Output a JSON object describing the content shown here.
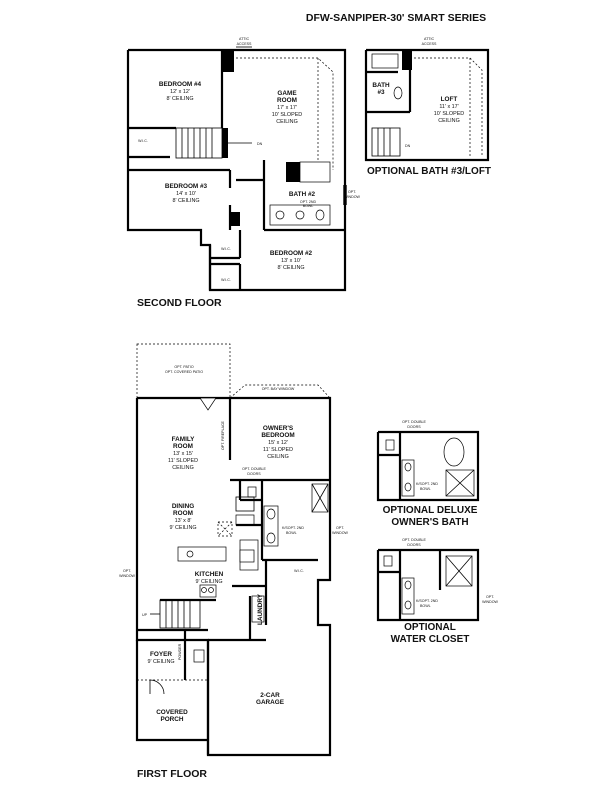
{
  "title": "DFW-SANPIPER-30' SMART SERIES",
  "sections": {
    "second_floor": "SECOND FLOOR",
    "first_floor": "FIRST FLOOR",
    "opt_bath3": "OPTIONAL BATH #3/LOFT",
    "opt_deluxe_1": "OPTIONAL DELUXE",
    "opt_deluxe_2": "OWNER'S BATH",
    "opt_wc_1": "OPTIONAL",
    "opt_wc_2": "WATER CLOSET"
  },
  "second": {
    "bedroom4": {
      "name": "BEDROOM #4",
      "size": "12' x 12'",
      "ceiling": "8' CEILING"
    },
    "game": {
      "name1": "GAME",
      "name2": "ROOM",
      "size": "17' x 17'",
      "ceil1": "10' SLOPED",
      "ceil2": "CEILING"
    },
    "bedroom3": {
      "name": "BEDROOM #3",
      "size": "14' x 10'",
      "ceiling": "8' CEILING"
    },
    "bath2": "BATH #2",
    "opt2bowl_1": "OPT. 2ND",
    "opt2bowl_2": "BOWL",
    "bedroom2": {
      "name": "BEDROOM #2",
      "size": "13' x 10'",
      "ceiling": "8' CEILING"
    },
    "wic": "W.I.C.",
    "dn": "DN",
    "attic1": "ATTIC",
    "attic2": "ACCESS",
    "optwin1": "OPT.",
    "optwin2": "WINDOW"
  },
  "loft": {
    "bath3_1": "BATH",
    "bath3_2": "#3",
    "name": "LOFT",
    "size": "11' x 17'",
    "ceil1": "10' SLOPED",
    "ceil2": "CEILING"
  },
  "first": {
    "patio1": "OPT. PATIO",
    "patio2": "OPT. COVERED PATIO",
    "bay": "OPT. BAY WINDOW",
    "family": {
      "name1": "FAMILY",
      "name2": "ROOM",
      "size": "13' x 15'",
      "ceil1": "11' SLOPED",
      "ceil2": "CEILING"
    },
    "fireplace": "OPT. FIREPLACE",
    "owners": {
      "name1": "OWNER'S",
      "name2": "BEDROOM",
      "size": "15' x 12'",
      "ceil1": "11' SLOPED",
      "ceil2": "CEILING"
    },
    "dbldoor1": "OPT. DOUBLE",
    "dbldoor2": "DOORS",
    "dining": {
      "name1": "DINING",
      "name2": "ROOM",
      "size": "13' x 8'",
      "ceil": "9' CEILING"
    },
    "optwin1": "OPT.",
    "optwin2": "WINDOW",
    "kitchen": {
      "name": "KITCHEN",
      "ceil": "9' CEILING"
    },
    "wic": "W.I.C.",
    "laundry": "LAUNDRY",
    "opt2bowl_1": "K/SOPT. 2ND",
    "opt2bowl_2": "BOWL",
    "up": "UP",
    "foyer": {
      "name": "FOYER",
      "ceil": "9' CEILING"
    },
    "powder": "POWDER",
    "garage1": "2-CAR",
    "garage2": "GARAGE",
    "porch1": "COVERED",
    "porch2": "PORCH"
  }
}
